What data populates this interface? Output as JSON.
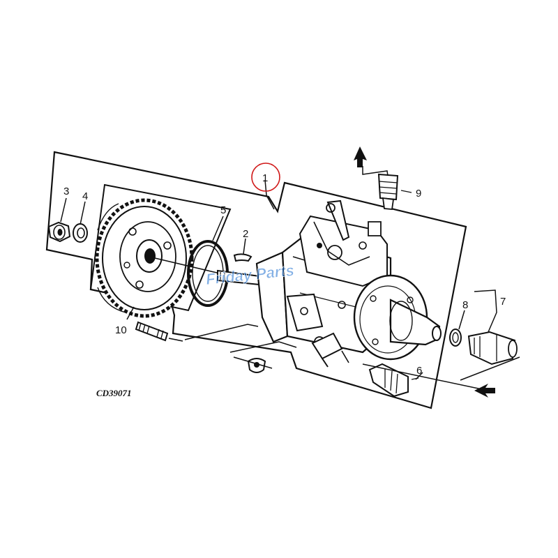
{
  "diagram": {
    "callouts": {
      "c1": "1",
      "c2": "2",
      "c3": "3",
      "c4": "4",
      "c5": "5",
      "c6": "6",
      "c7": "7",
      "c8": "8",
      "c9": "9",
      "c10": "10"
    },
    "drawing_code": "CD39071",
    "watermark": "Friday Parts",
    "colors": {
      "line": "#111111",
      "highlight": "#d01818",
      "watermark": "#1e6fd0"
    }
  }
}
